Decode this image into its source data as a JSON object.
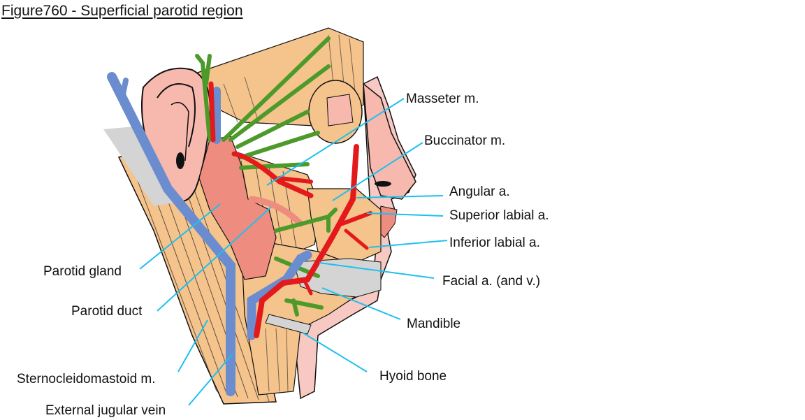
{
  "figure": {
    "title": "Figure760 - Superficial parotid region"
  },
  "colors": {
    "muscle": "#f5c38c",
    "skin": "#f7b8ae",
    "skin_light": "#f7c9c2",
    "gland": "#ef8c80",
    "artery": "#e3191c",
    "vein": "#6b8dcf",
    "nerve": "#4c9a2a",
    "bone": "#d4d4d4",
    "leader": "#1ec0ee",
    "outline": "#111111"
  },
  "labels": {
    "masseter": "Masseter m.",
    "buccinator": "Buccinator m.",
    "angular": "Angular a.",
    "superior_labial": "Superior labial a.",
    "inferior_labial": "Inferior labial a.",
    "facial": "Facial a. (and v.)",
    "mandible": "Mandible",
    "hyoid": "Hyoid bone",
    "parotid_gland": "Parotid gland",
    "parotid_duct": "Parotid duct",
    "sternocleidomastoid": "Sternocleidomastoid m.",
    "external_jugular": "External jugular vein"
  }
}
